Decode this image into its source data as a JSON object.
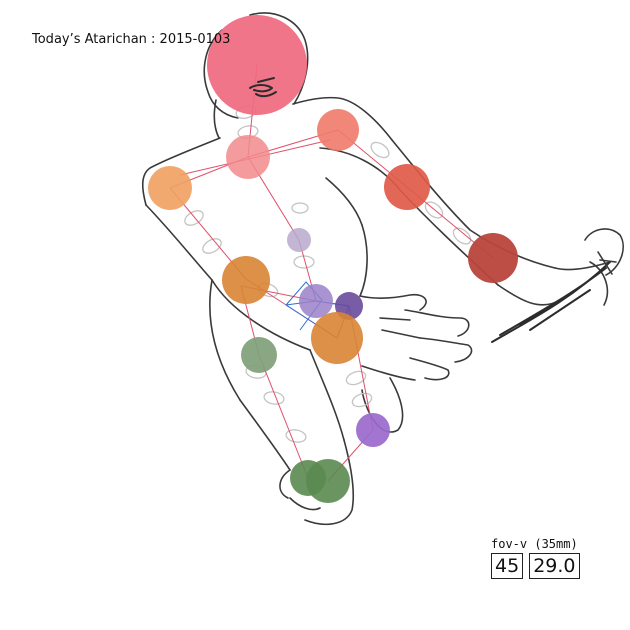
{
  "title": "Today’s Atarichan : 2015-0103",
  "fov": {
    "label": "fov-v (35mm)",
    "degrees": "45",
    "focal": "29.0"
  },
  "colors": {
    "background": "#ffffff",
    "outline": "#3a3a3a",
    "ring": "#c4c4c4",
    "bone": "#e0506a",
    "ik_line": "#2d6fd6"
  },
  "joints": [
    {
      "name": "head",
      "color": "#f06a80"
    },
    {
      "name": "neck",
      "color": "#f28a8c"
    },
    {
      "name": "shoulder-right",
      "color": "#f07a6a"
    },
    {
      "name": "shoulder-left",
      "color": "#f0a060"
    },
    {
      "name": "elbow-right",
      "color": "#e05a48"
    },
    {
      "name": "wrist-right",
      "color": "#b8443c"
    },
    {
      "name": "spine",
      "color": "#b8a8cc"
    },
    {
      "name": "hip-left",
      "color": "#d88434"
    },
    {
      "name": "hip-center",
      "color": "#9a80c8"
    },
    {
      "name": "hip-right",
      "color": "#6a4a9c"
    },
    {
      "name": "hand-left",
      "color": "#d88434"
    },
    {
      "name": "knee-left",
      "color": "#80a078"
    },
    {
      "name": "knee-right",
      "color": "#9a6acc"
    },
    {
      "name": "foot-left",
      "color": "#5a8a50"
    },
    {
      "name": "foot-right",
      "color": "#5a8a50"
    }
  ]
}
